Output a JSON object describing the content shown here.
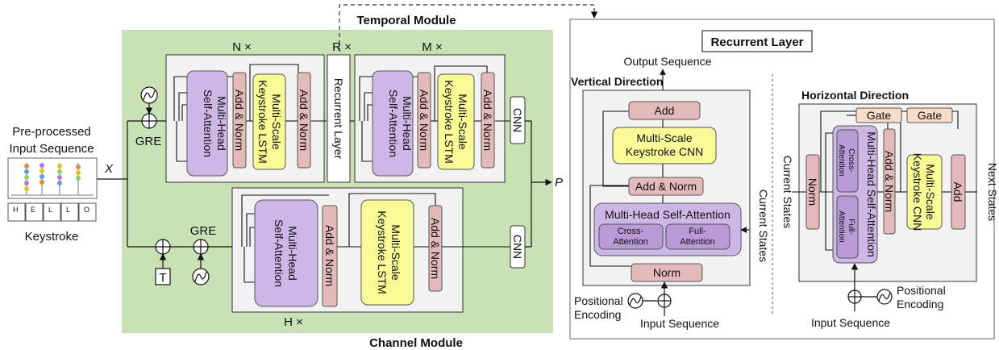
{
  "colors": {
    "green_bg": "#c8e2b6",
    "purple": "#ceb6e6",
    "purple_dark": "#b89ad6",
    "pink": "#e3b9b9",
    "yellow": "#fafa96",
    "peach": "#f9dcc6",
    "gray_panel": "#f2f2f2"
  },
  "left": {
    "temporal_module": "Temporal Module",
    "channel_module": "Channel Module",
    "n_times": "N ×",
    "r_times": "R ×",
    "m_times": "M ×",
    "h_times": "H ×",
    "pre_processed_line1": "Pre-processed",
    "pre_processed_line2": "Input Sequence",
    "keystroke": "Keystroke",
    "keys": [
      "H",
      "E",
      "L",
      "L",
      "O"
    ],
    "x_label": "X",
    "p_label": "P",
    "gre_top": "GRE",
    "gre_bottom": "GRE",
    "t_label": "T",
    "mhsa_line1": "Multi-Head",
    "mhsa_line2": "Self-Attention",
    "add_norm": "Add & Norm",
    "mskl_line1": "Multi-Scale",
    "mskl_line2": "Keystroke LSTM",
    "recurrent_layer": "Recurrent Layer",
    "cnn": "CNN"
  },
  "right": {
    "title": "Recurrent Layer",
    "output_sequence": "Output Sequence",
    "vertical_direction": "Vertical Direction",
    "horizontal_direction": "Horizontal Direction",
    "add": "Add",
    "mskc_line1": "Multi-Scale",
    "mskc_line2": "Keystroke CNN",
    "add_norm": "Add & Norm",
    "mhsa": "Multi-Head Self-Attention",
    "cross_line1": "Cross-",
    "cross_line2": "Attention",
    "full_line1": "Full-",
    "full_line2": "Attention",
    "norm": "Norm",
    "current_states": "Current States",
    "positional_line1": "Positional",
    "positional_line2": "Encoding",
    "input_sequence": "Input Sequence",
    "gate": "Gate",
    "next_states": "Next States"
  }
}
